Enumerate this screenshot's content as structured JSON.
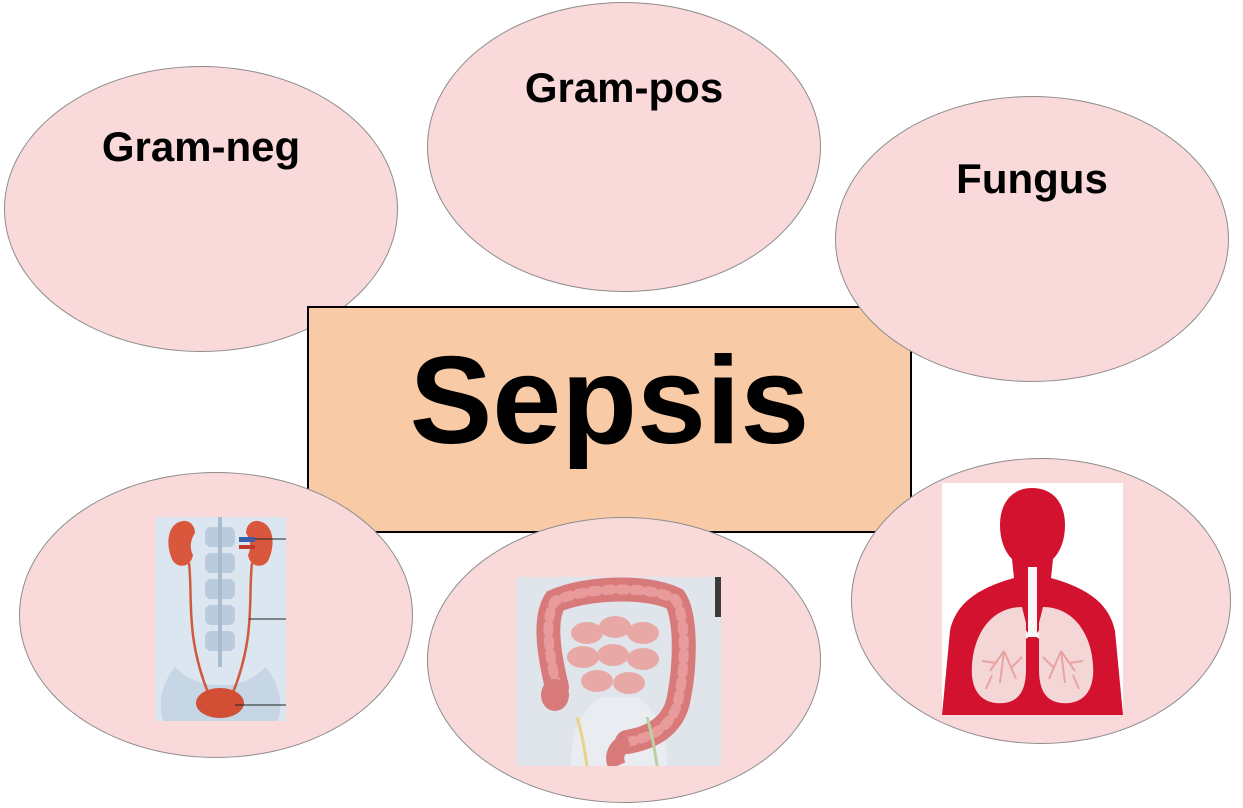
{
  "center": {
    "title": "Sepsis"
  },
  "pathogens": [
    {
      "label": "Gram-neg"
    },
    {
      "label": "Gram-pos"
    },
    {
      "label": "Fungus"
    }
  ],
  "sources": [
    {
      "icon": "urinary-tract-icon"
    },
    {
      "icon": "intestine-icon"
    },
    {
      "icon": "lungs-icon"
    }
  ],
  "colors": {
    "ellipse_fill": "#f9d9d9",
    "ellipse_border": "#8c8c8c",
    "center_fill": "#f8caa6",
    "lung_red": "#d2122e"
  }
}
